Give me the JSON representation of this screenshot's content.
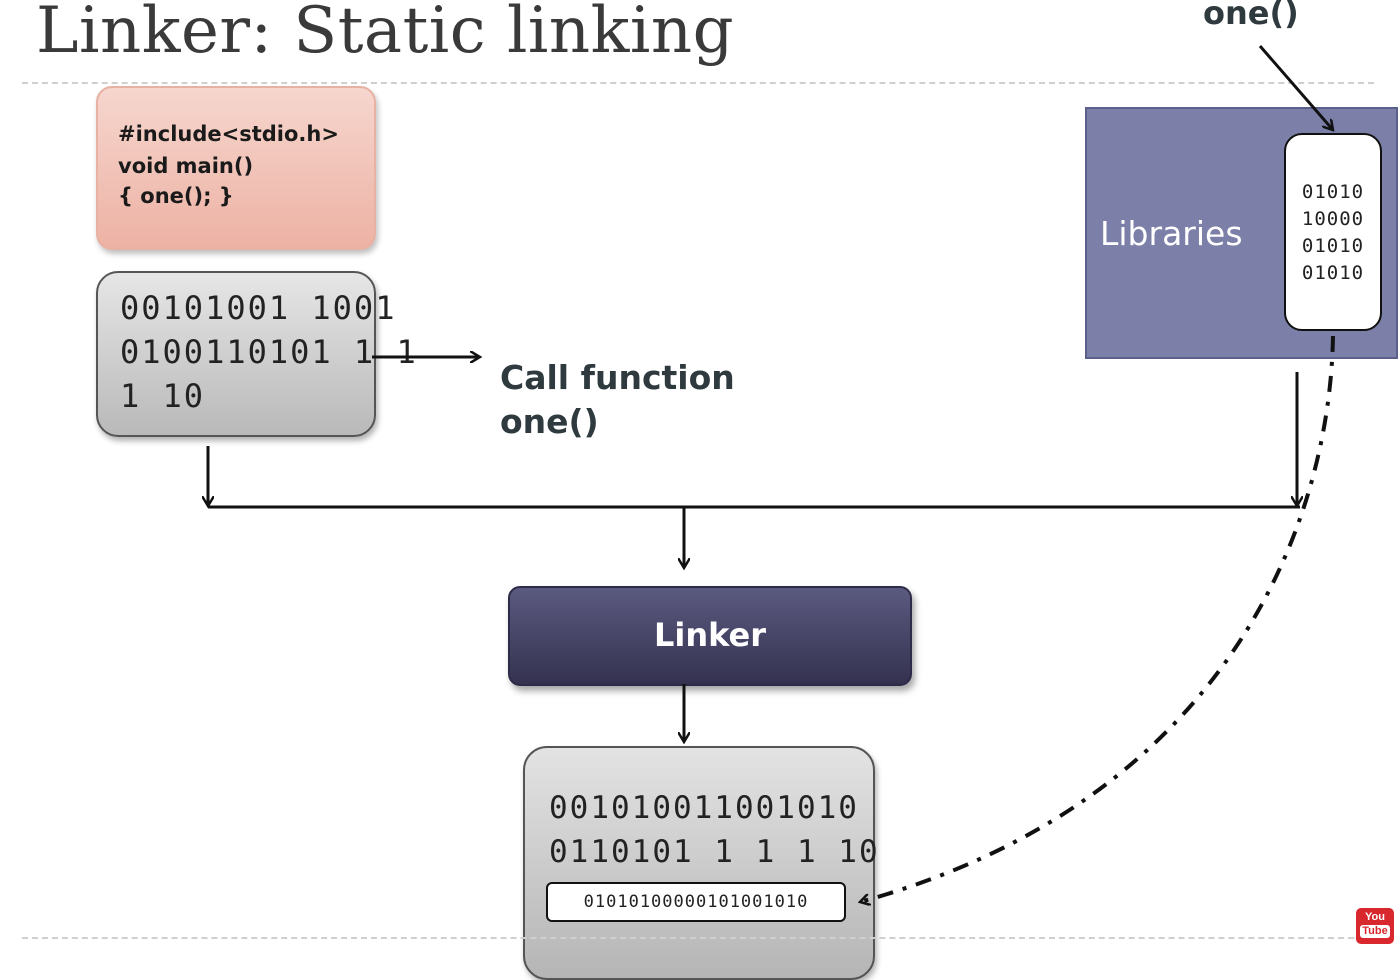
{
  "slide": {
    "title": "Linker: Static linking",
    "top_label": "one()"
  },
  "source_code": {
    "lines": [
      "#include<stdio.h>",
      "void main()",
      "{  one(); }"
    ]
  },
  "object_code": {
    "lines": [
      "00101001 1001",
      "0100110101 1 1",
      "1 10"
    ]
  },
  "call_note": {
    "line1": "Call function",
    "line2": "one()"
  },
  "libraries": {
    "label": "Libraries",
    "module_bits": [
      "01010",
      "10000",
      "01010",
      "01010"
    ],
    "color": "#7c80a9"
  },
  "linker": {
    "label": "Linker",
    "color": "#3f3d60"
  },
  "executable": {
    "lines": [
      "001010011001010",
      "0110101 1 1 1 10"
    ],
    "inserted_module": "01010100000101001010"
  },
  "watermark": {
    "you": "You",
    "tube": "Tube"
  }
}
